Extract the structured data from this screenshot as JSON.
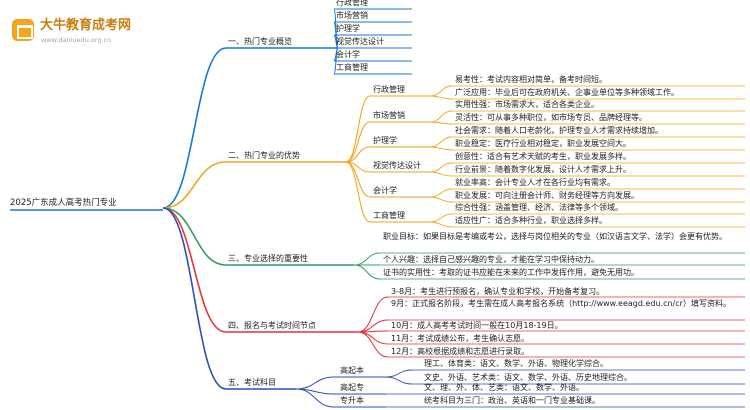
{
  "brand": {
    "name": "大牛教育成考网",
    "url": "www.daniuedu.org.cn"
  },
  "colors": {
    "root_branch": "#1677d9",
    "b1": "#1677d9",
    "b2": "#f2a51b",
    "b3": "#2e9e64",
    "b4": "#e8313a",
    "b5": "#2a4fb9"
  },
  "mindmap": {
    "root": "2025广东成人高考热门专业",
    "b1": {
      "label": "一、热门专业概览",
      "items": [
        "行政管理",
        "市场营销",
        "护理学",
        "视觉传达设计",
        "会计学",
        "工商管理"
      ]
    },
    "b2": {
      "label": "二、热门专业的优势",
      "groups": [
        {
          "label": "行政管理",
          "items": [
            "易考性：考试内容相对简单，备考时间短。",
            "广泛应用：毕业后可在政府机关、企事业单位等多种领域工作。"
          ]
        },
        {
          "label": "市场营销",
          "items": [
            "实用性强：市场需求大，适合各类企业。",
            "灵活性：可从事多种职位，如市场专员、品牌经理等。"
          ]
        },
        {
          "label": "护理学",
          "items": [
            "社会需求：随着人口老龄化，护理专业人才需求持续增加。",
            "职业稳定：医疗行业相对稳定，职业发展空间大。"
          ]
        },
        {
          "label": "视觉传达设计",
          "items": [
            "创意性：适合有艺术天赋的考生，职业发展多样。",
            "行业前景：随着数字化发展，设计人才需求上升。"
          ]
        },
        {
          "label": "会计学",
          "items": [
            "就业率高：会计专业人才在各行业均有需求。",
            "职业发展：可向注册会计师、财务经理等方向发展。"
          ]
        },
        {
          "label": "工商管理",
          "items": [
            "综合性强：涵盖管理、经济、法律等多个领域。",
            "适应性广：适合多种行业，职业选择多样。"
          ]
        }
      ]
    },
    "b3": {
      "label": "三、专业选择的重要性",
      "items": [
        "职业目标：如果目标是考编或考公，选择与岗位相关的专业（如汉语言文学、法学）会更有优势。",
        "个人兴趣：选择自己感兴趣的专业，才能在学习中保持动力。",
        "证书的实用性：考取的证书应能在未来的工作中发挥作用，避免无用功。"
      ]
    },
    "b4": {
      "label": "四、报名与考试时间节点",
      "items": [
        "3-8月：考生进行预报名，确认专业和学校，开始备考复习。",
        "9月：正式报名阶段，考生需在成人高考报名系统（http://www.eeagd.edu.cn/cr）填写资料。",
        "10月：成人高考考试时间一般在10月18-19日。",
        "11月：考试成绩公布，考生确认志愿。",
        "12月：高校根据成绩和志愿进行录取。"
      ]
    },
    "b5": {
      "label": "五、考试科目",
      "groups": [
        {
          "label": "高起本",
          "items": [
            "理工、体育类：语文、数学、外语、物理化学综合。",
            "文史、外语、艺术类：语文、数学、外语、历史地理综合。"
          ]
        },
        {
          "label": "高起专",
          "items": [
            "文、理、外、体、艺类：语文、数学、外语。"
          ]
        },
        {
          "label": "专升本",
          "items": [
            "统考科目为三门：政治、英语和一门专业基础课。"
          ]
        }
      ]
    }
  }
}
